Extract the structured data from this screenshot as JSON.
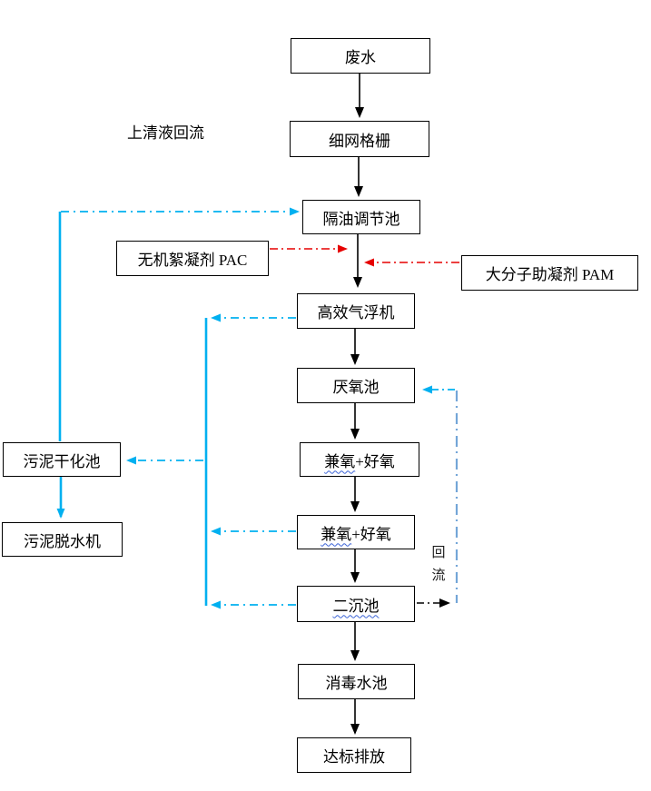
{
  "diagram": {
    "type": "flowchart",
    "subject": "wastewater-treatment-process"
  },
  "nodes": {
    "wastewater": "废水",
    "fine_screen": "细网格栅",
    "oil_separation_tank": "隔油调节池",
    "pac_dosing": "无机絮凝剂 PAC",
    "pam_dosing": "大分子助凝剂 PAM",
    "air_flotation": "高效气浮机",
    "anaerobic_tank": "厌氧池",
    "facultative_aerobic_1_wavy": "兼氧",
    "facultative_aerobic_1_rest": "+好氧",
    "facultative_aerobic_2_wavy": "兼氧",
    "facultative_aerobic_2_rest": "+好氧",
    "secondary_sedimentation_wavy": "二沉池",
    "disinfection_tank": "消毒水池",
    "standard_discharge": "达标排放",
    "sludge_drying_tank": "污泥干化池",
    "sludge_dewatering_machine": "污泥脱水机"
  },
  "labels": {
    "supernatant_return": "上清液回流",
    "reflux_char_top": "回",
    "reflux_char_bottom": "流"
  },
  "colors": {
    "box_border": "#000000",
    "flow_arrow_black": "#000000",
    "chemical_dosing_red": "#e60000",
    "sludge_line_blue": "#00b0f0",
    "reflux_line_blue": "#74a6d8",
    "squiggle_underline_blue": "#3b63d6"
  }
}
